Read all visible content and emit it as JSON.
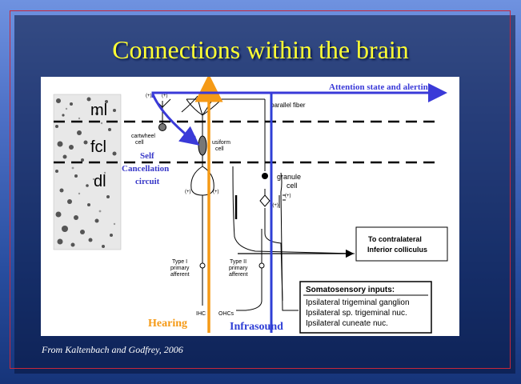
{
  "slide": {
    "title": "Connections within the brain",
    "citation": "From Kaltenbach and Godfrey, 2006"
  },
  "diagram": {
    "layers": {
      "ml": "ml",
      "fcl": "fcl",
      "dl": "dl"
    },
    "labels": {
      "attention": "Attention state and alerting",
      "parallel_fiber": "parallel fiber",
      "cartwheel_1": "cartwheel",
      "cartwheel_2": "cell",
      "fusiform_1": "usiform",
      "fusiform_2": "cell",
      "self_1": "Self",
      "self_2": "Cancellation",
      "self_3": "circuit",
      "granule_1": "granule",
      "granule_2": "cell",
      "contralateral_1": "To contralateral",
      "contralateral_2": "Inferior colliculus",
      "type1_1": "Type I",
      "type1_2": "primary",
      "type1_3": "afferent",
      "type2_1": "Type II",
      "type2_2": "primary",
      "type2_3": "afferent",
      "ihc": "IHC",
      "ohcs": "OHCs",
      "hearing": "Hearing",
      "infrasound": "Infrasound",
      "somato_title": "Somatosensory inputs:",
      "somato_1": "Ipsilateral trigeminal ganglion",
      "somato_2": "Ipsilateral sp. trigeminal nuc.",
      "somato_3": "Ipsilateral cuneate nuc.",
      "sign_plus_1": "(+)",
      "sign_plus_2": "(+)",
      "sign_minus": "(-)",
      "sign_plus_3": "(+)",
      "sign_plus_4": "(+)",
      "sign_plus_5": "(+)",
      "sign_q": "?(+)"
    },
    "colors": {
      "hearing_path": "#f59a16",
      "infrasound_path": "#2f3fd6",
      "attention_path": "#3a3ad8",
      "self_text": "#3838c8",
      "title": "#ffff33"
    }
  }
}
